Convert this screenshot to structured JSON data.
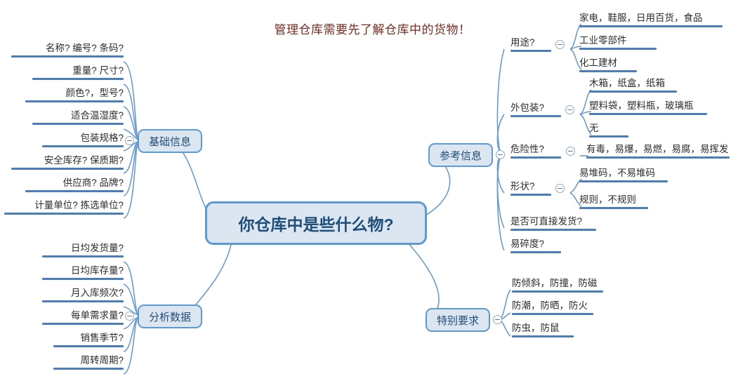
{
  "title": "管理仓库需要先了解仓库中的货物！",
  "colors": {
    "node_fill": "#dce6f1",
    "node_border": "#5b9bd5",
    "node_text": "#1f4e79",
    "underline": "#4a7ebb",
    "title_text": "#7b2a20",
    "leaf_text": "#2b2b2b",
    "background": "#ffffff"
  },
  "central": {
    "label": "你仓库中是些什么物?"
  },
  "branches": {
    "basic_info": {
      "label": "基础信息",
      "toggle_icon": "collapse-minus-icon",
      "items": [
        {
          "label": "名称? 编号? 条码?"
        },
        {
          "label": "重量? 尺寸?"
        },
        {
          "label": "颜色?，型号?"
        },
        {
          "label": "适合温湿度?"
        },
        {
          "label": "包装规格?"
        },
        {
          "label": "安全库存? 保质期?"
        },
        {
          "label": "供应商? 品牌?"
        },
        {
          "label": "计量单位? 拣选单位?"
        }
      ]
    },
    "analysis_data": {
      "label": "分析数据",
      "toggle_icon": "collapse-minus-icon",
      "items": [
        {
          "label": "日均发货量?"
        },
        {
          "label": "日均库存量?"
        },
        {
          "label": "月入库频次?"
        },
        {
          "label": "每单需求量?"
        },
        {
          "label": "销售季节?"
        },
        {
          "label": "周转周期?"
        }
      ]
    },
    "reference_info": {
      "label": "参考信息",
      "toggle_icon": "collapse-minus-icon",
      "items": [
        {
          "label": "用途?",
          "toggle_icon": "collapse-minus-icon",
          "children": [
            {
              "label": "家电，鞋服，日用百货，食品"
            },
            {
              "label": "工业零部件"
            },
            {
              "label": "化工建材"
            }
          ]
        },
        {
          "label": "外包装?",
          "toggle_icon": "collapse-minus-icon",
          "children": [
            {
              "label": "木箱，纸盒，纸箱"
            },
            {
              "label": "塑料袋，塑料瓶，玻璃瓶"
            },
            {
              "label": "无"
            }
          ]
        },
        {
          "label": "危险性?",
          "toggle_icon": "collapse-minus-icon",
          "children": [
            {
              "label": "有毒，易爆，易燃，易腐，易挥发"
            }
          ]
        },
        {
          "label": "形状?",
          "toggle_icon": "collapse-minus-icon",
          "children": [
            {
              "label": "易堆码，不易堆码"
            },
            {
              "label": "规则，不规则"
            }
          ]
        },
        {
          "label": "是否可直接发货?",
          "children": []
        },
        {
          "label": "易碎度?",
          "children": []
        }
      ]
    },
    "special_requirements": {
      "label": "特别要求",
      "toggle_icon": "collapse-minus-icon",
      "items": [
        {
          "label": "防倾斜，防撞，防磁"
        },
        {
          "label": "防潮，防晒，防火"
        },
        {
          "label": "防虫，防鼠"
        }
      ]
    }
  }
}
